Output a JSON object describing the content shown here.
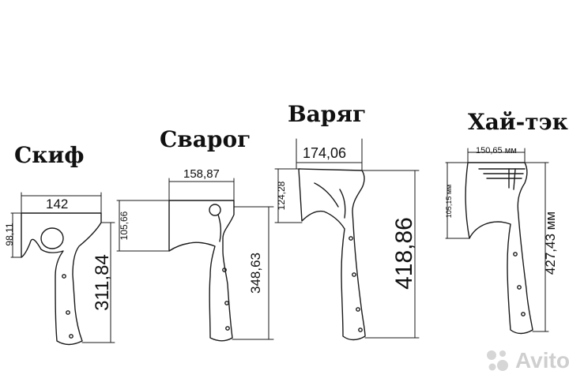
{
  "axes": [
    {
      "name": "Скиф",
      "width": "142",
      "blade": "98,11",
      "length": "311,84"
    },
    {
      "name": "Сварог",
      "width": "158,87",
      "blade": "105,66",
      "length": "348,63"
    },
    {
      "name": "Варяг",
      "width": "174,06",
      "blade": "124,28",
      "length": "418,86"
    },
    {
      "name": "Хай-тэк",
      "width": "150,65 мм",
      "blade": "105,15 мм",
      "length": "427,43 мм"
    }
  ],
  "watermark": {
    "text": "Avito",
    "icon": "avito-logo-icon"
  },
  "colors": {
    "line": "#1a1a1a",
    "watermark": "#cfcfcf"
  }
}
